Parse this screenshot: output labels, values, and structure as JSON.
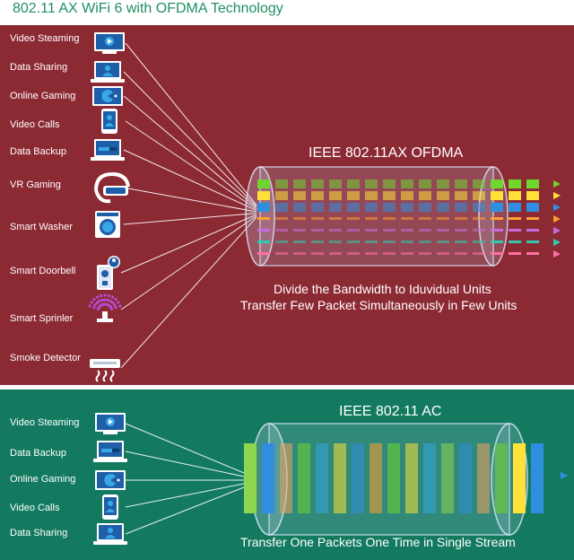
{
  "header": {
    "title": "802.11 AX WiFi 6 with OFDMA Technology"
  },
  "ofdma": {
    "title": "IEEE 802.11AX OFDMA",
    "caption_line1": "Divide the Bandwidth to Iduvidual Units",
    "caption_line2": "Transfer Few Packet Simultaneously in Few Units",
    "devices": [
      {
        "label": "Video Steaming",
        "icon": "monitor-play-icon"
      },
      {
        "label": "Data Sharing",
        "icon": "laptop-user-icon"
      },
      {
        "label": "Online Gaming",
        "icon": "pacman-screen-icon"
      },
      {
        "label": "Video Calls",
        "icon": "smartphone-user-icon"
      },
      {
        "label": "Data Backup",
        "icon": "laptop-progress-icon"
      },
      {
        "label": "VR Gaming",
        "icon": "vr-headset-icon"
      },
      {
        "label": "Smart Washer",
        "icon": "washing-machine-icon"
      },
      {
        "label": "Smart Doorbell",
        "icon": "doorbell-icon"
      },
      {
        "label": "Smart Sprinler",
        "icon": "sprinkler-icon"
      },
      {
        "label": "Smoke Detector",
        "icon": "smoke-detector-icon"
      }
    ],
    "stream_colors": [
      "#6fd62e",
      "#ffe13a",
      "#2f8ee0",
      "#ff9f2e",
      "#c86be0",
      "#31c7b0",
      "#ff6fa6"
    ]
  },
  "ac": {
    "title": "IEEE 802.11 AC",
    "caption": "Transfer One Packets One Time in Single Stream",
    "devices": [
      {
        "label": "Video Steaming",
        "icon": "monitor-play-icon"
      },
      {
        "label": "Data Backup",
        "icon": "laptop-progress-icon"
      },
      {
        "label": "Online Gaming",
        "icon": "pacman-screen-icon"
      },
      {
        "label": "Video Calls",
        "icon": "smartphone-user-icon"
      },
      {
        "label": "Data Sharing",
        "icon": "laptop-user-icon"
      }
    ],
    "packet_colors": [
      "#8ed650",
      "#2f8ee0",
      "#f2a060",
      "#6fd62e",
      "#31a7e0",
      "#ffe13a",
      "#2f8ee0",
      "#ff9f2e",
      "#6fd62e",
      "#ffe13a",
      "#31a7e0",
      "#8ed650",
      "#2f8ee0",
      "#f2a060",
      "#6fd62e",
      "#ffe13a",
      "#2f8ee0"
    ]
  },
  "colors": {
    "red_panel": "#8c2a34",
    "green_panel": "#137a60",
    "header_text": "#1f9060"
  }
}
